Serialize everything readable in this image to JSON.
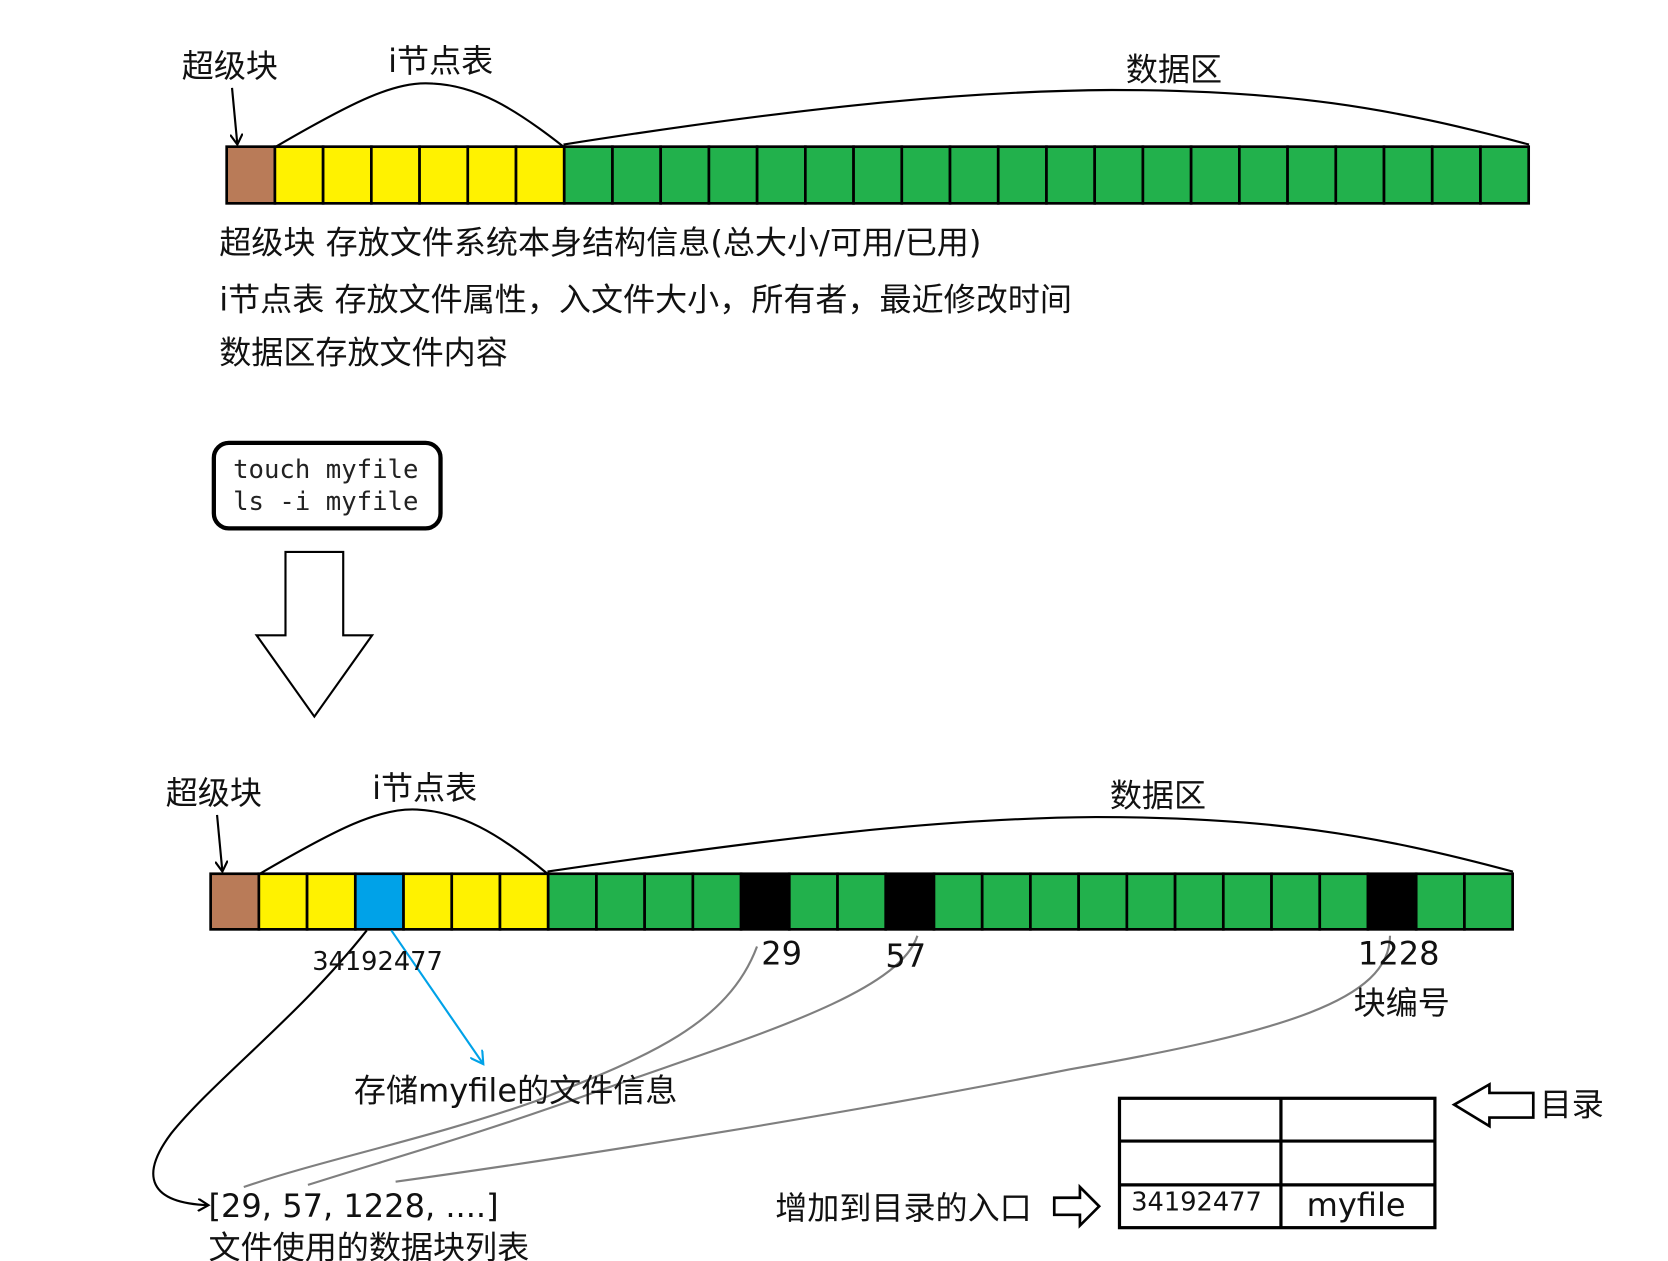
{
  "top": {
    "superblock_label": "超级块",
    "inode_label": "i节点表",
    "data_label": "数据区",
    "desc": [
      "超级块 存放文件系统本身结构信息(总大小/可用/已用)",
      "i节点表 存放文件属性，入文件大小，所有者，最近修改时间",
      "数据区存放文件内容"
    ],
    "blocks": [
      "super",
      "inode",
      "inode",
      "inode",
      "inode",
      "inode",
      "inode",
      "data",
      "data",
      "data",
      "data",
      "data",
      "data",
      "data",
      "data",
      "data",
      "data",
      "data",
      "data",
      "data",
      "data",
      "data",
      "data",
      "data",
      "data",
      "data",
      "data"
    ]
  },
  "command": {
    "lines": [
      "touch myfile",
      "ls -i myfile"
    ]
  },
  "bottom": {
    "superblock_label": "超级块",
    "inode_label": "i节点表",
    "data_label": "数据区",
    "inode_number": "34192477",
    "block_numbers": [
      "29",
      "57",
      "1228"
    ],
    "block_number_caption": "块编号",
    "inode_caption": "存储myfile的文件信息",
    "block_list": "[29, 57, 1228, ....]",
    "block_list_caption": "文件使用的数据块列表",
    "add_entry_label": "增加到目录的入口",
    "directory_label": "目录",
    "directory_rows": [
      [
        "",
        ""
      ],
      [
        "",
        ""
      ],
      [
        "34192477",
        "myfile"
      ]
    ],
    "blocks": [
      "super",
      "inode",
      "inode",
      "inode-used",
      "inode",
      "inode",
      "inode",
      "data",
      "data",
      "data",
      "data",
      "used",
      "data",
      "data",
      "used",
      "data",
      "data",
      "data",
      "data",
      "data",
      "data",
      "data",
      "data",
      "data",
      "used",
      "data",
      "data"
    ]
  },
  "colors": {
    "super": "#b97b58",
    "inode": "#fff200",
    "inode-used": "#00a2e8",
    "data": "#22b14c",
    "used": "#000000",
    "link_gray": "#7f7f7f",
    "link_blue": "#00a2e8"
  }
}
